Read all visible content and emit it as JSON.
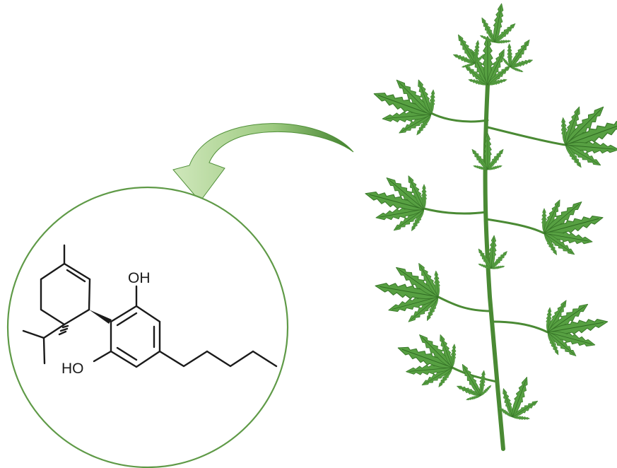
{
  "colors": {
    "background": "#ffffff",
    "circle_stroke": "#5f9a47",
    "arrow_light": "#c9e3b4",
    "arrow_dark": "#4f8f37",
    "plant_leaf": "#4f9a3c",
    "plant_leaf_dark": "#3a7a2a",
    "stem": "#4a8a34",
    "bond": "#1a1a1a"
  },
  "molecule": {
    "labels": {
      "oh_top": "OH",
      "oh_bottom": "HO"
    }
  },
  "icons": {
    "arrow": "curved-arrow-icon",
    "plant": "cannabis-plant-icon",
    "circle": "molecule-circle"
  }
}
